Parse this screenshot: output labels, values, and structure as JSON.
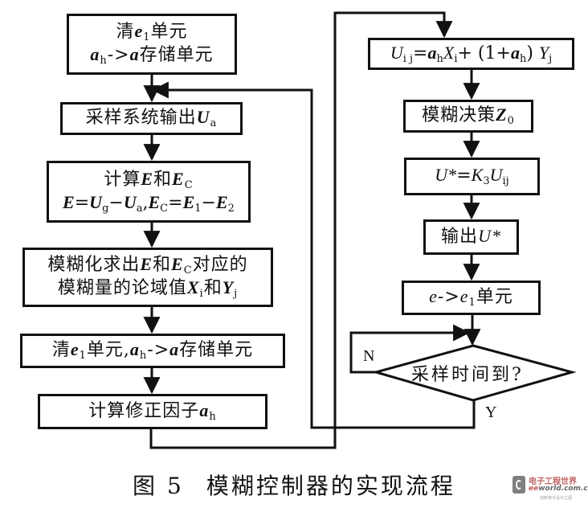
{
  "left_column": {
    "box1": {
      "line1": {
        "pre": "清",
        "var": "e",
        "sub": "1",
        "post": "单元"
      },
      "line2": {
        "var": "a",
        "sub": "h",
        "mid": "->",
        "var2": "a",
        "post": "存储单元"
      }
    },
    "box2": {
      "pre": "采样系统输出",
      "var": "U",
      "sub": "a"
    },
    "box3": {
      "line1": {
        "pre": "计算",
        "var": "E",
        "mid": "和",
        "var2": "E",
        "sub2": "C"
      },
      "line2": {
        "t1": "E",
        "t2": "=",
        "t3": "U",
        "s3": "g",
        "t4": "−",
        "t5": "U",
        "s5": "a",
        "t6": ",",
        "t7": "E",
        "s7": "C",
        "t8": "=",
        "t9": "E",
        "s9": "1",
        "t10": "−",
        "t11": "E",
        "s11": "2"
      }
    },
    "box4": {
      "line1": {
        "pre": "模糊化求出",
        "var": "E",
        "mid": "和",
        "var2": "E",
        "sub2": "C",
        "post": "对应的"
      },
      "line2": {
        "pre": "模糊量的论域值",
        "var": "X",
        "sub": "i",
        "mid": "和",
        "var2": "Y",
        "sub2": "j"
      }
    },
    "box5": {
      "pre": "清",
      "var": "e",
      "sub": "1",
      "mid": "单元,",
      "var2": "a",
      "sub2": "h",
      "arrow": "->",
      "var3": "a",
      "post": "存储单元"
    },
    "box6": {
      "pre": "计算修正因子",
      "var": "a",
      "sub": "h"
    }
  },
  "right_column": {
    "box1": {
      "t1": "U",
      "s1": "i j",
      "t2": "=",
      "t3": "a",
      "s3": "h",
      "t4": "X",
      "s4": "i",
      "t5": "+ (1+",
      "t6": "a",
      "s6": "h",
      "t7": ") ",
      "t8": "Y",
      "s8": "j"
    },
    "box2": {
      "pre": "模糊决策",
      "var": "Z",
      "sub": "0"
    },
    "box3": {
      "t1": "U*",
      "t2": "=",
      "t3": "K",
      "s3": "3",
      "t4": "U",
      "s4": "ij"
    },
    "box4": {
      "pre": "输出",
      "var": "U*"
    },
    "box5": {
      "var": "e",
      "arrow": "->",
      "var2": "e",
      "sub2": "1",
      "post": "单元"
    },
    "decision": {
      "text": "采样时间到?",
      "no_label": "N",
      "yes_label": "Y"
    }
  },
  "caption": {
    "prefix": "图",
    "number": "5",
    "title": "模糊控制器的实现流程"
  },
  "watermark": {
    "line1": "电子工程世界",
    "line2_a": "ee",
    "line2_b": "world.com.cn",
    "line3": "创新电子设计之源"
  }
}
